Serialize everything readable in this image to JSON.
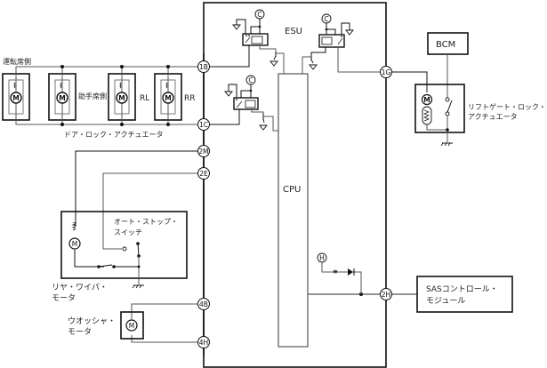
{
  "diagram": {
    "title": "Wiring diagram: ESU / CPU door lock, liftgate lock, rear wiper and washer circuits",
    "modules": {
      "esu": "ESU",
      "cpu": "CPU",
      "bcm": "BCM",
      "sas_line1": "SASコントロール・",
      "sas_line2": "モジュール"
    },
    "door_actuators": {
      "driver_label": "運転席側",
      "passenger_label": "助手席側",
      "rl_label": "RL",
      "rr_label": "RR",
      "group_label": "ドア・ロック・アクチュエータ",
      "motor_symbol": "M"
    },
    "liftgate": {
      "label_line1": "リフトゲート・ロック・",
      "label_line2": "アクチュエータ",
      "motor_symbol": "M"
    },
    "rear_wiper": {
      "label_line1": "リヤ・ワイパ・",
      "label_line2": "モータ",
      "switch_line1": "オート・ストップ・",
      "switch_line2": "スイッチ",
      "motor_symbol": "M"
    },
    "washer": {
      "label_line1": "ウオッシャ・",
      "label_line2": "モータ",
      "motor_symbol": "M"
    },
    "connectors": {
      "c1B": "1B",
      "c1C": "1C",
      "c1G": "1G",
      "c2M": "2M",
      "c2E": "2E",
      "c2H": "2H",
      "c4B": "4B",
      "c4H": "4H"
    },
    "references": {
      "c": "C",
      "h": "H"
    }
  }
}
